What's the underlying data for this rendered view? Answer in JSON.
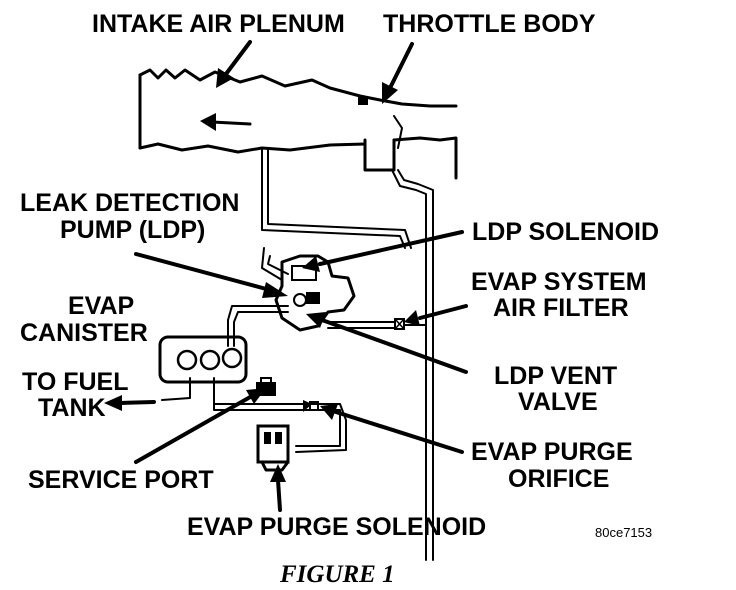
{
  "labels": {
    "intake_air_plenum": "INTAKE AIR PLENUM",
    "throttle_body": "THROTTLE BODY",
    "ldp_line1": "LEAK DETECTION",
    "ldp_line2": "PUMP (LDP)",
    "ldp_solenoid": "LDP SOLENOID",
    "evap_air_filter_line1": "EVAP SYSTEM",
    "evap_air_filter_line2": "AIR FILTER",
    "evap_canister_line1": "EVAP",
    "evap_canister_line2": "CANISTER",
    "to_fuel_tank_line1": "TO FUEL",
    "to_fuel_tank_line2": "TANK",
    "ldp_vent_valve_line1": "LDP VENT",
    "ldp_vent_valve_line2": "VALVE",
    "service_port": "SERVICE PORT",
    "evap_purge_orifice_line1": "EVAP PURGE",
    "evap_purge_orifice_line2": "ORIFICE",
    "evap_purge_solenoid": "EVAP PURGE SOLENOID"
  },
  "figure_code": "80ce7153",
  "caption": "FIGURE 1"
}
